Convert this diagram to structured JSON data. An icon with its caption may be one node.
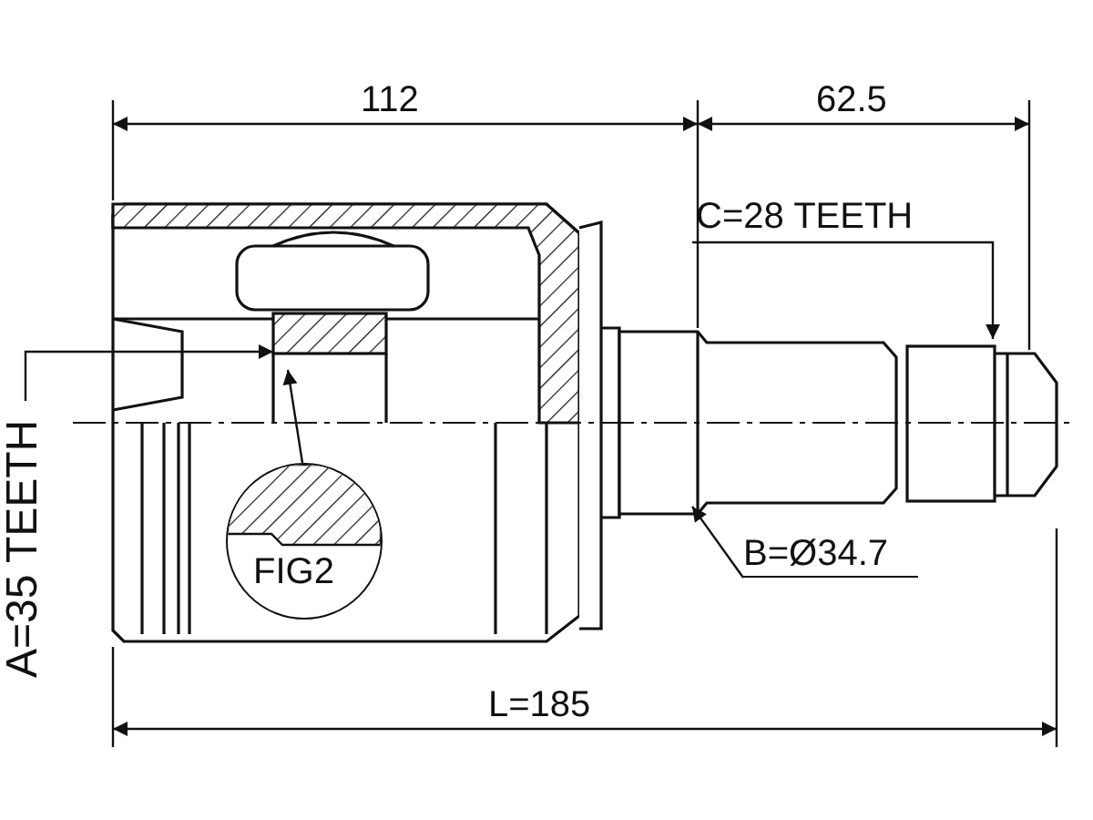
{
  "diagram": {
    "nodes": [
      {
        "text": [
          "C=28 TEETH"
        ]
      },
      {
        "text": [
          "B=Ø34.7"
        ]
      },
      {
        "text": [
          "A=35 TEETH"
        ]
      },
      {
        "text": [
          "FIG2"
        ]
      }
    ],
    "edges": [
      {
        "from": 0,
        "to": null,
        "arrow": "to"
      },
      {
        "from": 1,
        "to": null,
        "arrow": "to"
      },
      {
        "from": 2,
        "to": null,
        "arrow": "to"
      },
      {
        "from": 3,
        "to": null,
        "arrow": "to"
      }
    ],
    "labels": [
      "112",
      "62.5",
      "L=185"
    ]
  }
}
